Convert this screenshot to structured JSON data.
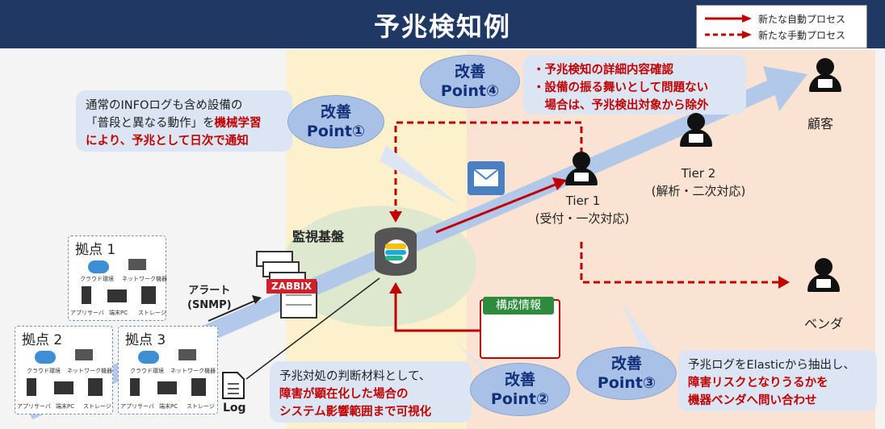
{
  "title": "予兆検知例",
  "legend": {
    "auto": "新たな自動プロセス",
    "manual": "新たな手動プロセス"
  },
  "kaizen": {
    "p1": {
      "line1": "改善",
      "line2": "Point①"
    },
    "p2": {
      "line1": "改善",
      "line2": "Point②"
    },
    "p3": {
      "line1": "改善",
      "line2": "Point③"
    },
    "p4": {
      "line1": "改善",
      "line2": "Point④"
    }
  },
  "bubble1": {
    "l1": "通常のINFOログも含め設備の",
    "l2a": "「普段と異なる動作」を",
    "l2b": "機械学習",
    "l3": "により、予兆として日次で通知"
  },
  "bubble4": {
    "l1": "・予兆検知の詳細内容確認",
    "l2": "・設備の振る舞いとして問題ない",
    "l3": "　場合は、予兆検出対象から除外"
  },
  "bubble2": {
    "l1": "予兆対処の判断材料として、",
    "l2": "障害が顕在化した場合の",
    "l3": "システム影響範囲まで可視化"
  },
  "bubble3": {
    "l1": "予兆ログをElasticから抽出し、",
    "l2": "障害リスクとなりうるかを",
    "l3": "機器ベンダへ問い合わせ"
  },
  "platform": "監視基盤",
  "zabbix": "ZABBIX",
  "alert": {
    "l1": "アラート",
    "l2": "(SNMP)"
  },
  "log": "Log",
  "config_info": "構成情報",
  "tier1": {
    "l1": "Tier 1",
    "l2": "(受付・一次対応)"
  },
  "tier2": {
    "l1": "Tier 2",
    "l2": "(解析・二次対応)"
  },
  "customer": "顧客",
  "vendor": "ベンダ",
  "sites": {
    "s1": {
      "label": "拠点 1",
      "cloud": "クラウド環境",
      "nw": "ネットワーク機器",
      "app": "アプリサーバ",
      "pc": "端末PC",
      "storage": "ストレージ"
    },
    "s2": {
      "label": "拠点 2",
      "cloud": "クラウド環境",
      "nw": "ネットワーク機器",
      "app": "アプリサーバ",
      "pc": "端末PC",
      "storage": "ストレージ"
    },
    "s3": {
      "label": "拠点 3",
      "cloud": "クラウド環境",
      "nw": "ネットワーク機器",
      "app": "アプリサーバ",
      "pc": "端末PC",
      "storage": "ストレージ"
    }
  },
  "colors": {
    "title_bg": "#1f3864",
    "red": "#c00000",
    "arrow": "#aec6ea",
    "kaizen": "#a9c1e6"
  }
}
